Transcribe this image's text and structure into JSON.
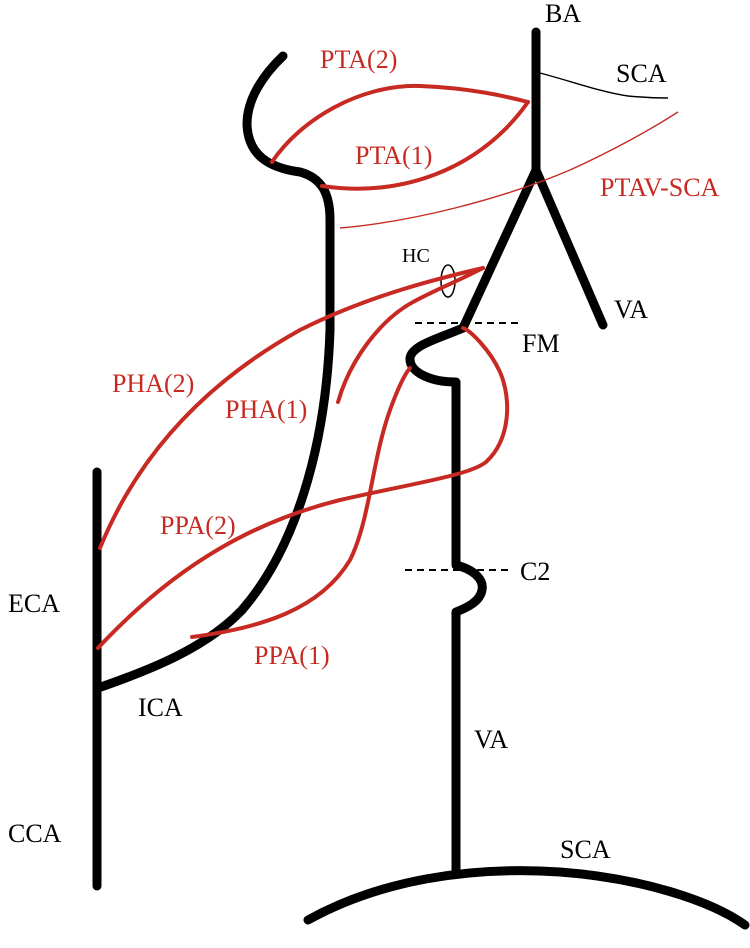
{
  "colors": {
    "vessel": "#000000",
    "variant": "#c62a22"
  },
  "labels": {
    "ba": "BA",
    "sca_top": "SCA",
    "pta2": "PTA(2)",
    "pta1": "PTA(1)",
    "ptav_sca": "PTAV-SCA",
    "hc": "HC",
    "va_top": "VA",
    "fm": "FM",
    "pha2": "PHA(2)",
    "pha1": "PHA(1)",
    "ppa2": "PPA(2)",
    "c2": "C2",
    "eca": "ECA",
    "ppa1": "PPA(1)",
    "ica": "ICA",
    "va_bottom": "VA",
    "cca": "CCA",
    "sca_bottom": "SCA"
  }
}
